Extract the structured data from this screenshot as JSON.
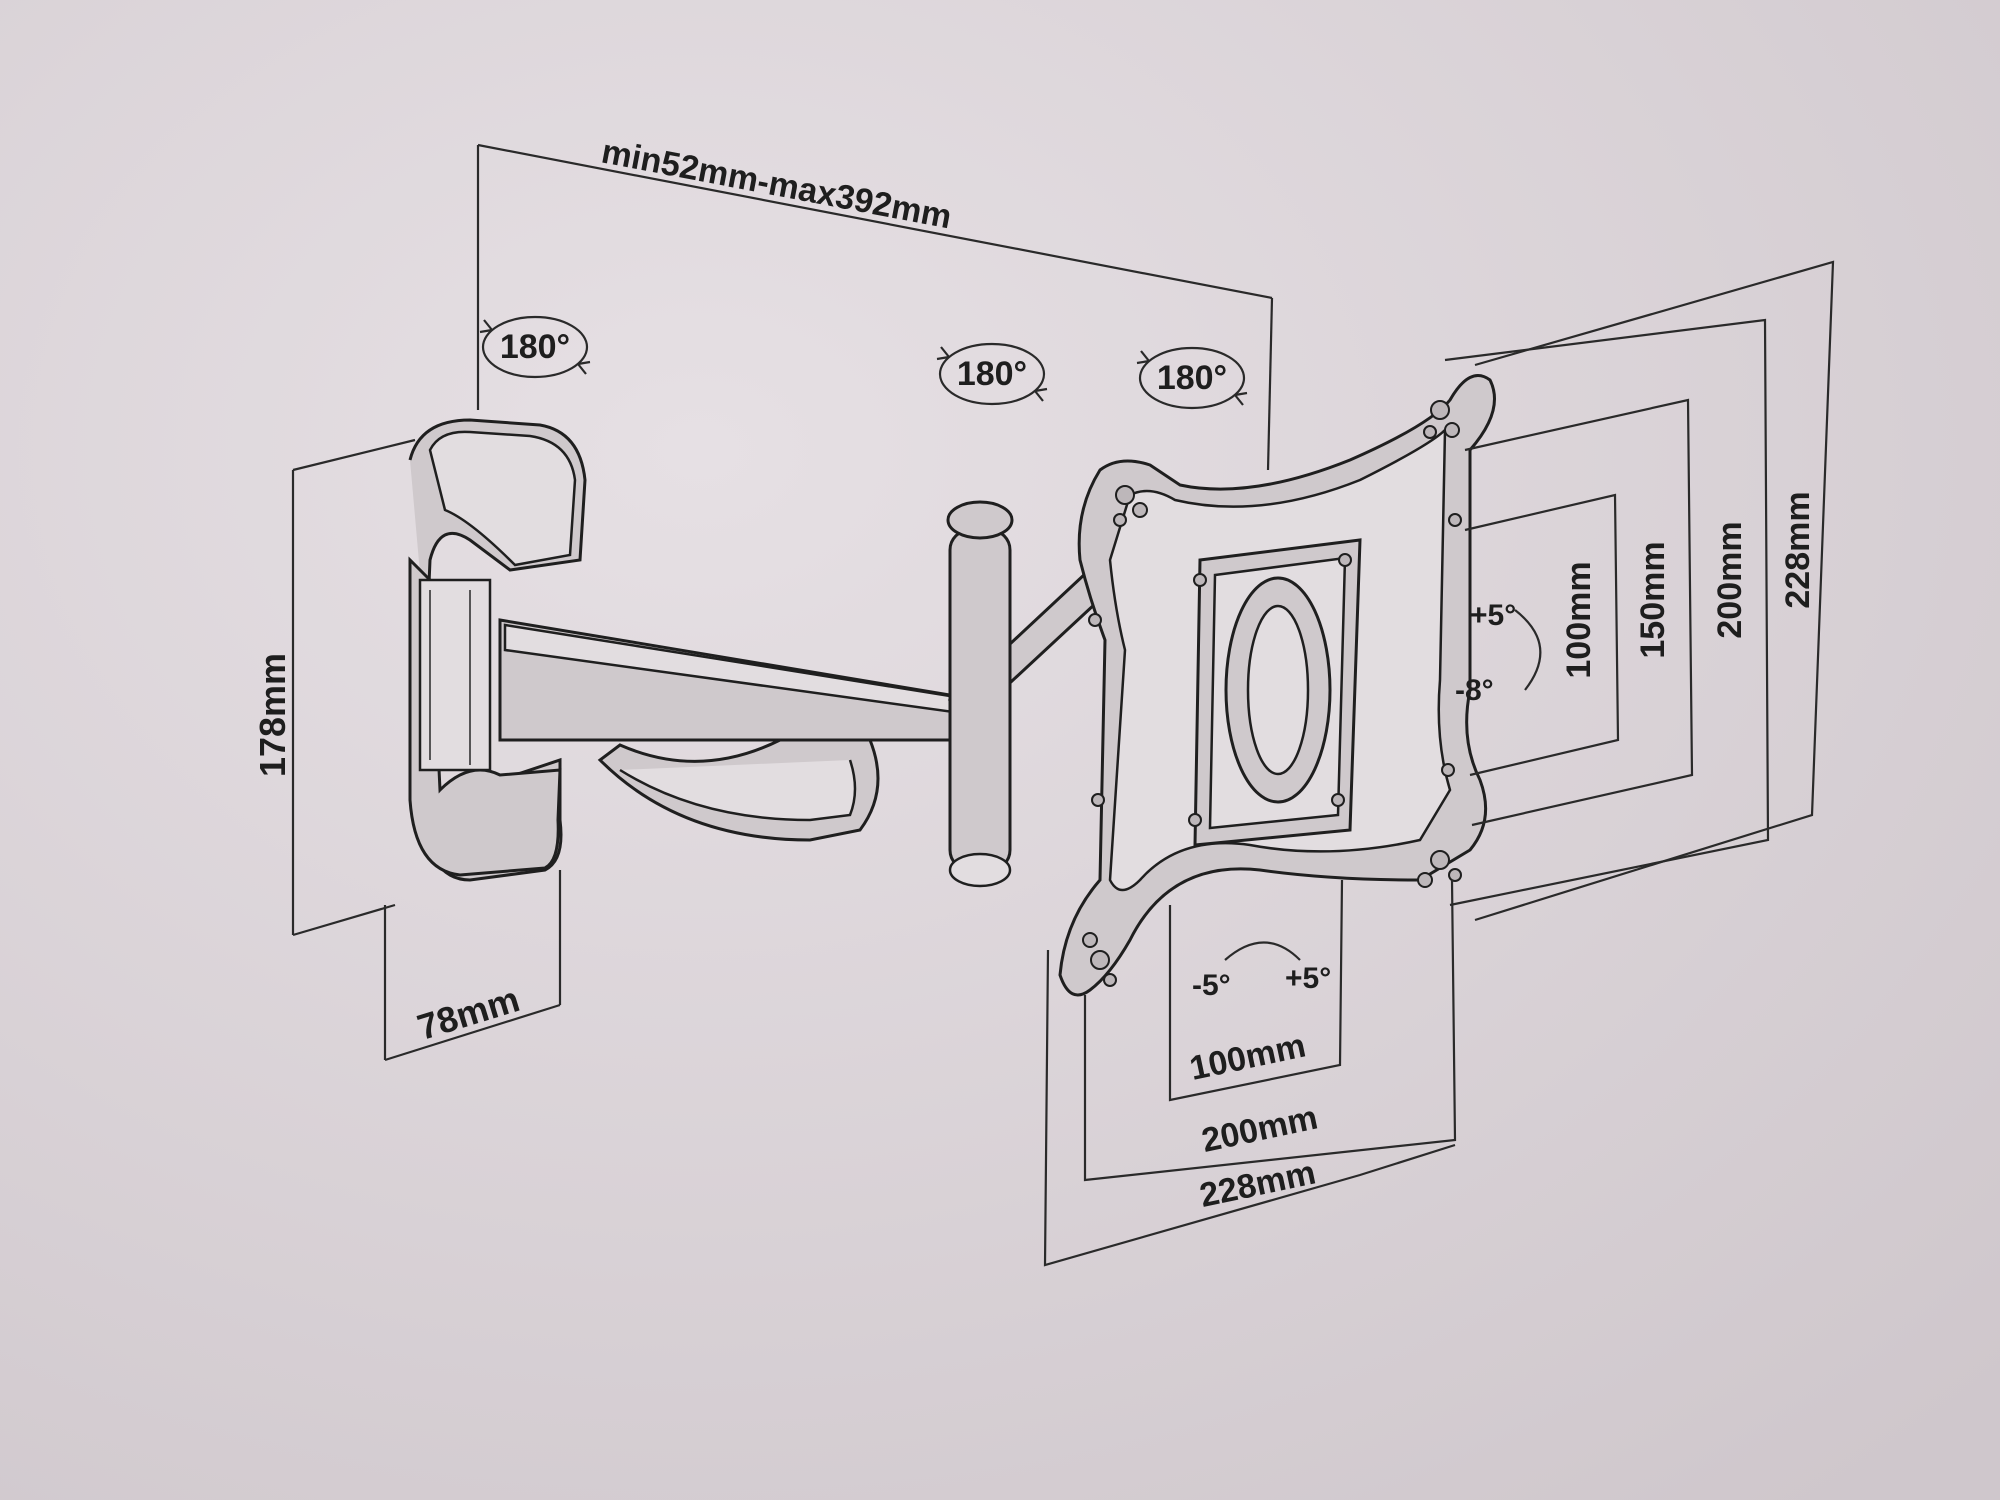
{
  "dimensions": {
    "arm_extension": "min52mm-max392mm",
    "wall_plate_height": "178mm",
    "wall_plate_width": "78mm",
    "vesa_vertical": [
      "100mm",
      "150mm",
      "200mm",
      "228mm"
    ],
    "vesa_horizontal": [
      "100mm",
      "200mm",
      "228mm"
    ]
  },
  "rotations": [
    "180°",
    "180°",
    "180°"
  ],
  "tilt": {
    "up": "+5°",
    "down": "-8°"
  },
  "swivel": {
    "left": "-5°",
    "right": "+5°"
  }
}
